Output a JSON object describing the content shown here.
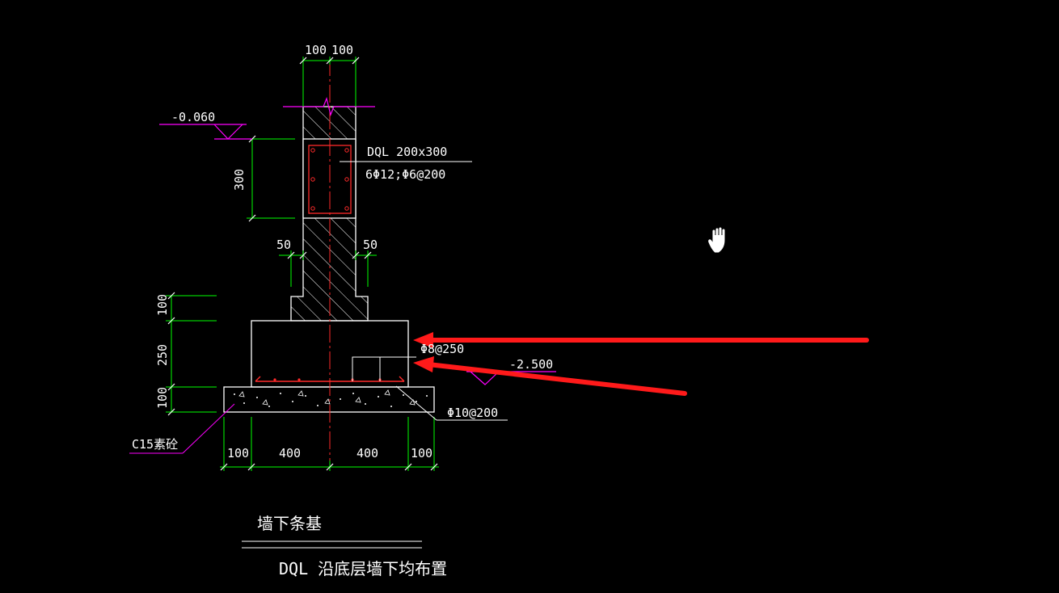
{
  "drawing": {
    "top_dims": [
      "100",
      "100"
    ],
    "elev_top": "-0.060",
    "dim_300": "300",
    "beam_label": "DQL 200x300",
    "beam_rebar": "6Φ12;Φ6@200",
    "dim_50_left": "50",
    "dim_50_right": "50",
    "left_dims": [
      "100",
      "250",
      "100"
    ],
    "rebar_stirrup": "Φ8@250",
    "elev_bottom": "-2.500",
    "rebar_bottom": "Φ10@200",
    "concrete_label": "C15素砼",
    "bottom_dims": [
      "100",
      "400",
      "400",
      "100"
    ],
    "title": "墙下条基",
    "subtitle": "DQL 沿底层墙下均布置"
  },
  "colors": {
    "background": "#000000",
    "lines": "#ffffff",
    "dimension": "#00ff00",
    "leader": "#ff00ff",
    "rebar": "#ff2a2a",
    "arrow": "#ff1a1a"
  },
  "icons": [
    "hand-cursor-icon"
  ]
}
